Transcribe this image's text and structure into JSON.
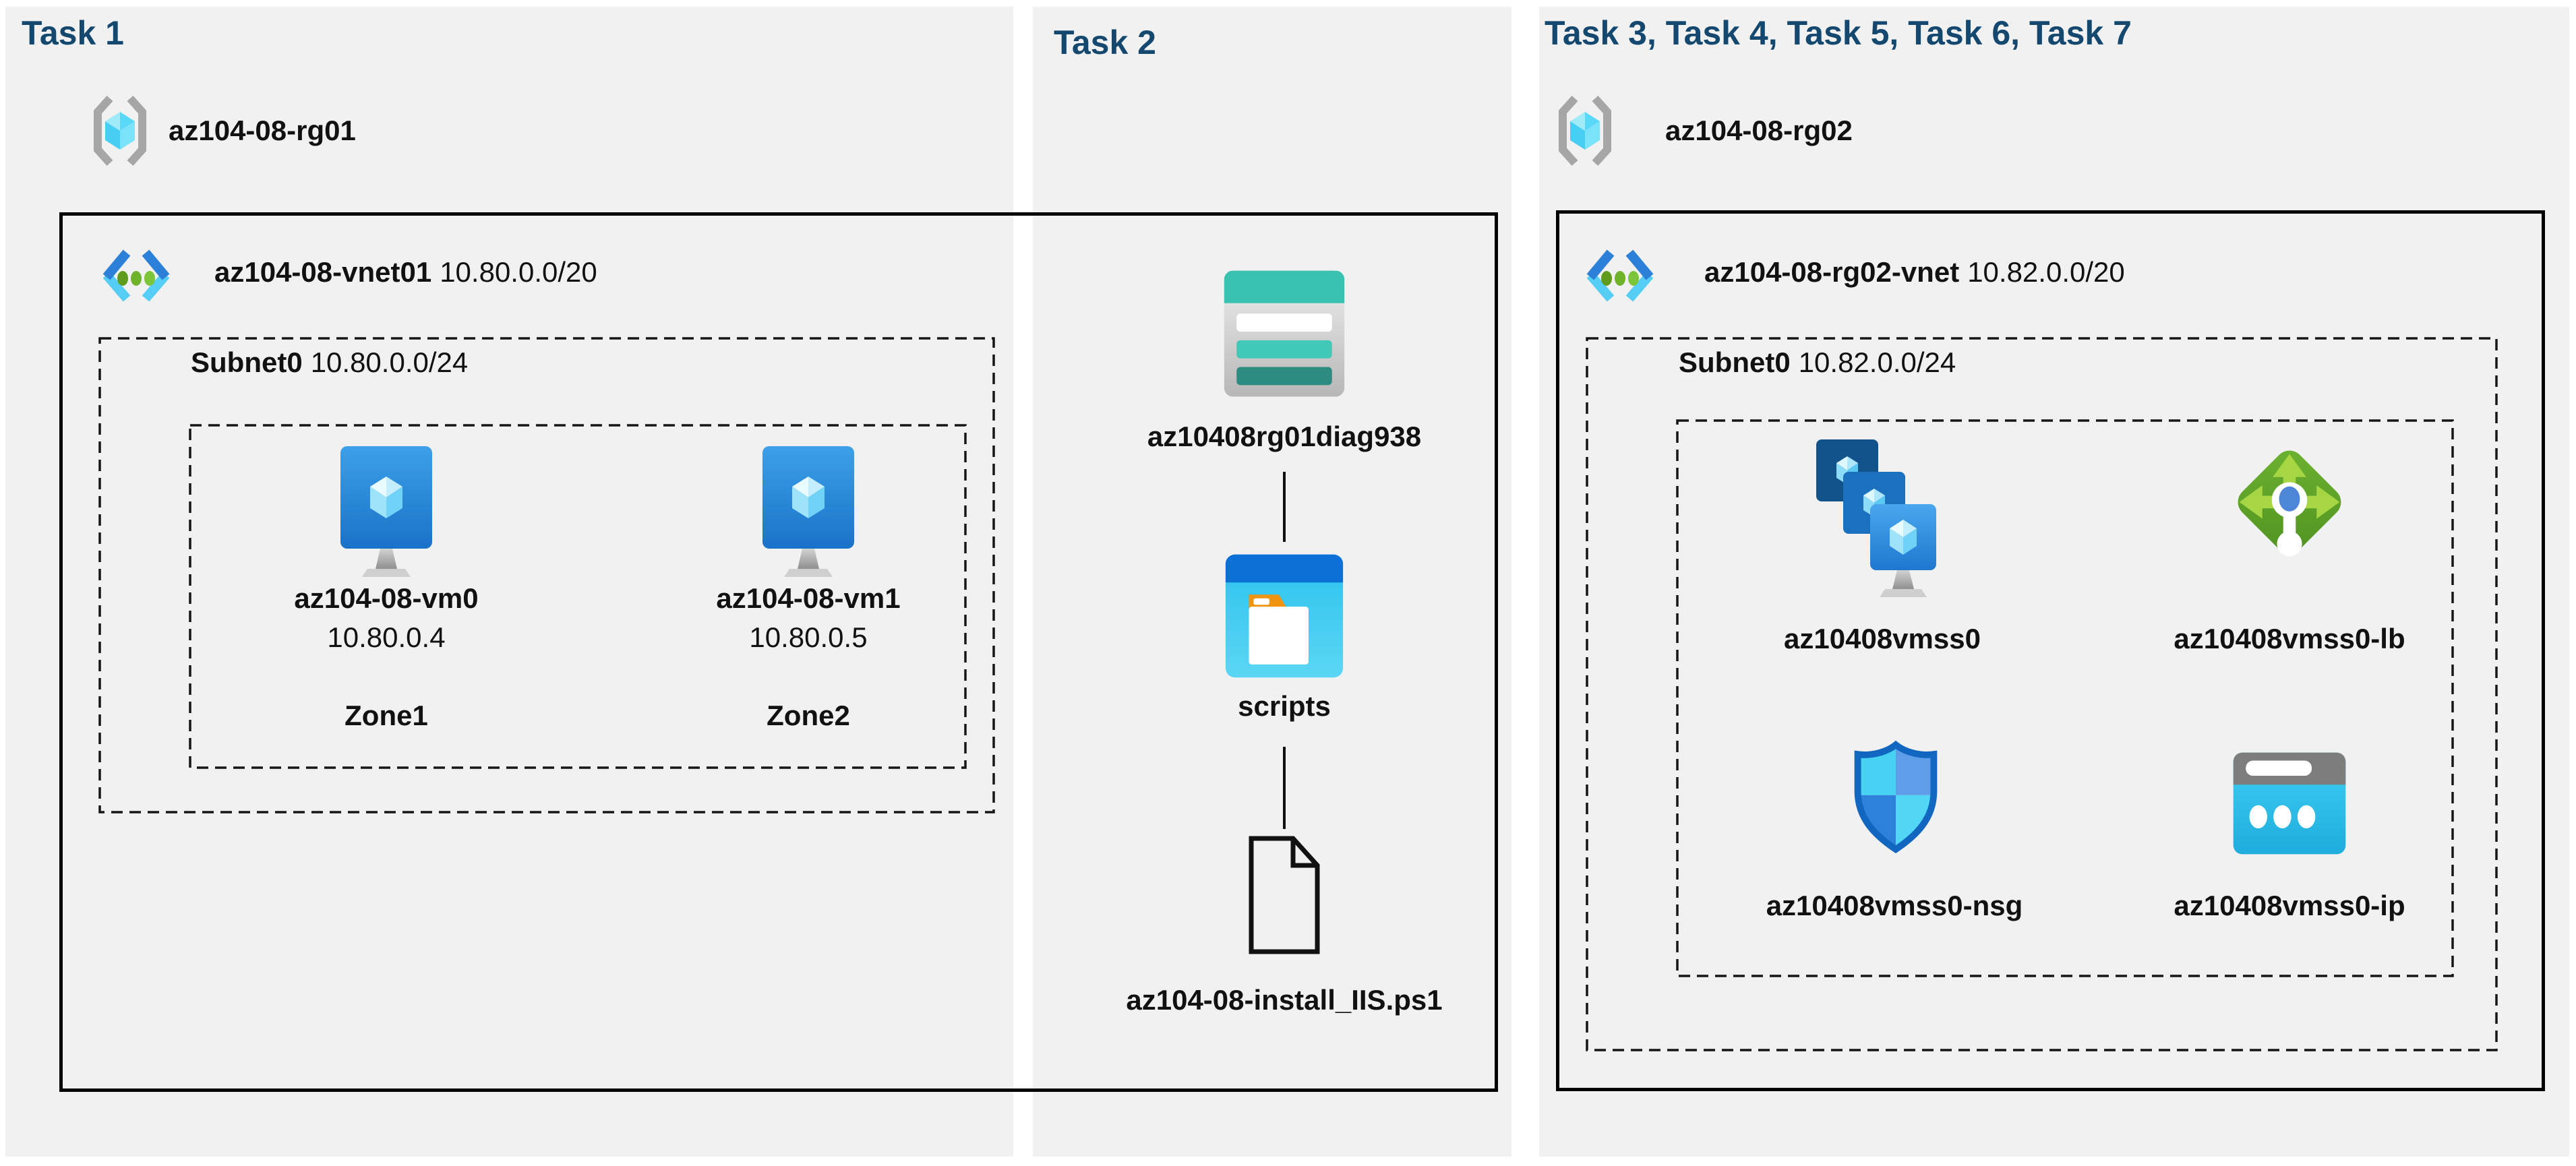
{
  "colors": {
    "panel_bg": "#f1f1f1",
    "title_navy": "#14486f",
    "border_black": "#000000",
    "storage_teal": "#3ac1af",
    "storage_teal_dark": "#2d8c81",
    "folder_blue": "#0c70d8",
    "body_cyan": "#2ac2ee",
    "lb_green": "#5fa426",
    "lb_arrow_green": "#a7d645",
    "nsg_border_blue": "#1166c0",
    "vm_blue": "#1a72c8",
    "vnet_chevron_blue": "#2c80d8",
    "vnet_chevron_cyan": "#56cdf4",
    "vnet_dot_green": "#6fb32a",
    "rg_bracket_gray": "#a6a6a6",
    "cube_cyan": "#59d8f7"
  },
  "icons": {
    "resource_group": "brackets-cube-icon",
    "virtual_network": "chevron-dots-icon",
    "virtual_machine": "monitor-cube-icon",
    "storage_account": "storage-bars-icon",
    "blob_container": "folder-window-icon",
    "script_file": "document-outline-icon",
    "vm_scale_set": "stacked-monitors-icon",
    "load_balancer": "green-diamond-arrows-icon",
    "network_security_group": "shield-icon",
    "public_ip": "browser-dots-icon"
  },
  "task1": {
    "title": "Task 1",
    "resource_group": "az104-08-rg01",
    "vnet_name": "az104-08-vnet01",
    "vnet_cidr": "10.80.0.0/20",
    "subnet_name": "Subnet0",
    "subnet_cidr": "10.80.0.0/24",
    "vms": [
      {
        "name": "az104-08-vm0",
        "ip": "10.80.0.4",
        "zone": "Zone1"
      },
      {
        "name": "az104-08-vm1",
        "ip": "10.80.0.5",
        "zone": "Zone2"
      }
    ]
  },
  "task2": {
    "title": "Task 2",
    "storage_account": "az10408rg01diag938",
    "container": "scripts",
    "script_file": "az104-08-install_IIS.ps1"
  },
  "task3": {
    "title": "Task 3, Task 4, Task 5, Task 6, Task 7",
    "resource_group": "az104-08-rg02",
    "vnet_name": "az104-08-rg02-vnet",
    "vnet_cidr": "10.82.0.0/20",
    "subnet_name": "Subnet0",
    "subnet_cidr": "10.82.0.0/24",
    "vmss": "az10408vmss0",
    "load_balancer": "az10408vmss0-lb",
    "nsg": "az10408vmss0-nsg",
    "public_ip": "az10408vmss0-ip"
  }
}
